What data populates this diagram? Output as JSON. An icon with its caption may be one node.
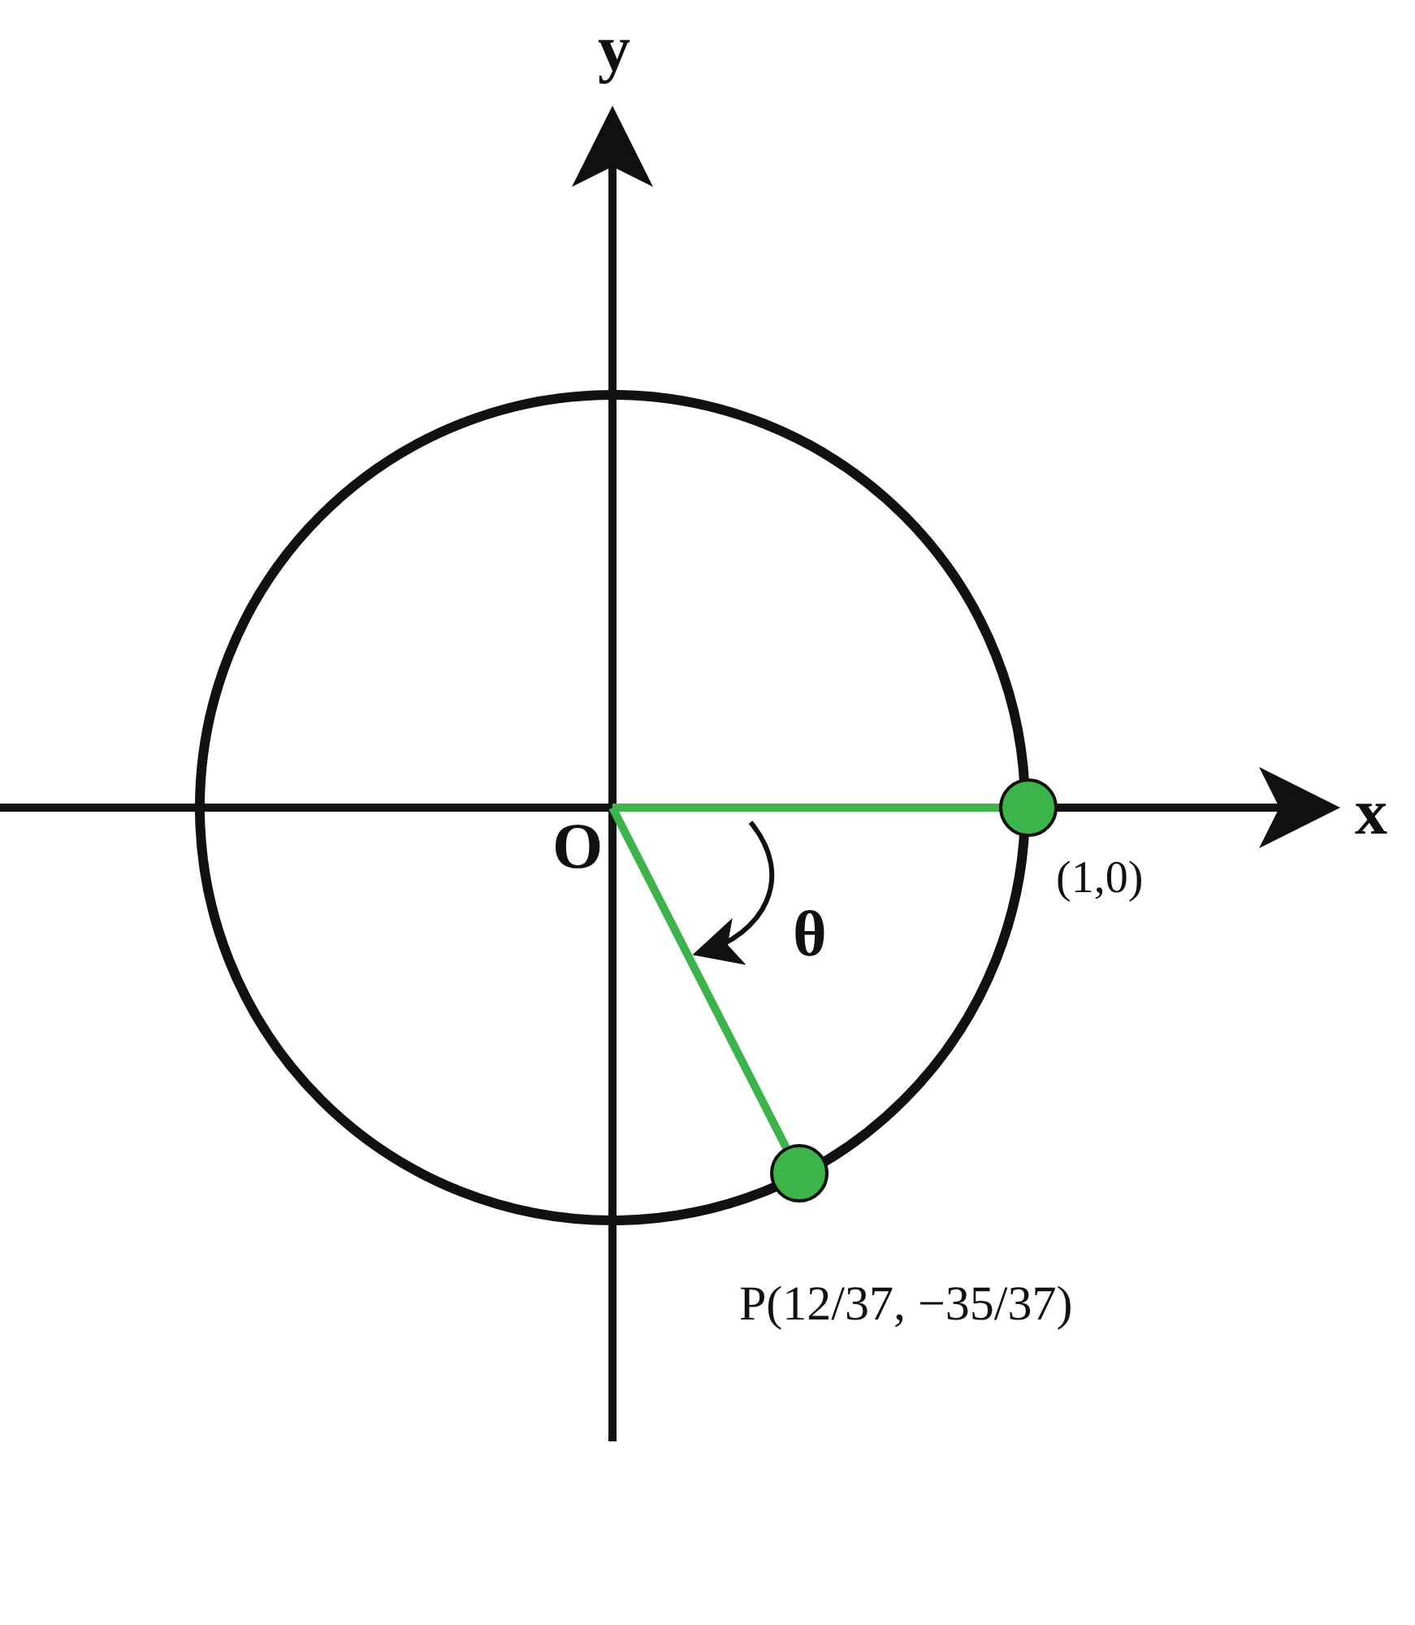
{
  "diagram": {
    "nodes": [
      {
        "text": [
          "O"
        ]
      },
      {
        "text": [],
        "shape": "circle",
        "beside": [
          "(1,0)"
        ]
      },
      {
        "text": [],
        "shape": "circle",
        "beside": [
          "P(12/37, −35/37)"
        ]
      }
    ],
    "edges": [
      {
        "from": 0,
        "to": 1,
        "arrow": "none"
      },
      {
        "from": 0,
        "to": 2,
        "arrow": "none"
      }
    ],
    "labels": [
      "y",
      "x",
      "θ"
    ]
  }
}
